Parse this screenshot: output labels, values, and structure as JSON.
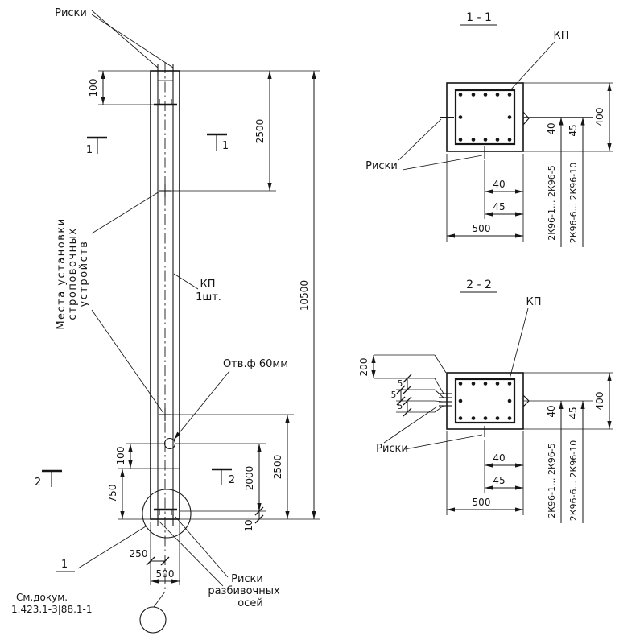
{
  "elevation": {
    "riski_top": "Риски",
    "dim_100_top": "100",
    "section_mark_1": "1",
    "section_mark_2": "2",
    "dim_2500_top": "2500",
    "dim_10500": "10500",
    "strop_line1": "Места установки",
    "strop_line2": "строповочных",
    "strop_line3": "устройств",
    "kp_label": "КП",
    "kp_qty": "1шт.",
    "hole_label": "Отв.ф 60мм",
    "dim_100_bottom": "100",
    "dim_750": "750",
    "dim_2000": "2000",
    "dim_2500_bottom": "2500",
    "dim_10": "10",
    "dim_250": "250",
    "dim_500": "500",
    "riski_axes_line1": "Риски",
    "riski_axes_line2": "разбивочных",
    "riski_axes_line3": "осей",
    "detail_mark": "1",
    "doc_ref_line1": "См.докум.",
    "doc_ref_line2": "1.423.1-3|88.1-1"
  },
  "section_1_1": {
    "title": "1 - 1",
    "kp_label": "КП",
    "riski_label": "Риски",
    "dim_40_side": "40",
    "dim_45_side": "45",
    "dim_400": "400",
    "dim_40_bottom": "40",
    "dim_45_bottom": "45",
    "dim_500": "500",
    "marks_row1": "2К96-1... 2К96-5",
    "marks_row2": "2К96-6... 2К96-10"
  },
  "section_2_2": {
    "title": "2 - 2",
    "kp_label": "КП",
    "riski_label": "Риски",
    "dim_200": "200",
    "dim_5a": "5",
    "dim_5b": "5",
    "dim_5c": "5",
    "dim_40_side": "40",
    "dim_45_side": "45",
    "dim_400": "400",
    "dim_40_bottom": "40",
    "dim_45_bottom": "45",
    "dim_500": "500",
    "marks_row1": "2К96-1... 2К96-5",
    "marks_row2": "2К96-6... 2К96-10"
  }
}
